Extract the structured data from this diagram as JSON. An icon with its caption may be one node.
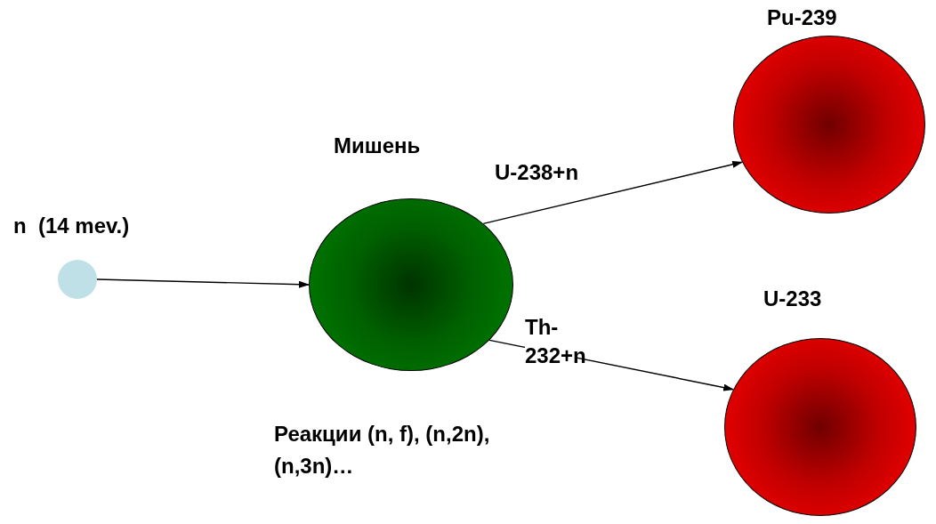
{
  "diagram": {
    "nodes": [
      {
        "text": [
          "n  (14 mev.)"
        ]
      },
      {
        "text": [
          "Мишень"
        ],
        "beside": [
          "Реакции (n, f), (n,2n),(n,3n)…"
        ]
      },
      {
        "text": [
          "Pu-239"
        ]
      },
      {
        "text": [
          "U-233"
        ]
      }
    ],
    "edges": [
      {
        "from": 0,
        "to": 1,
        "arrow": "to"
      },
      {
        "from": 1,
        "to": 2,
        "arrow": "to",
        "label": "U-238+n"
      },
      {
        "from": 1,
        "to": 3,
        "arrow": "to",
        "label": "Th-232+n"
      }
    ]
  }
}
